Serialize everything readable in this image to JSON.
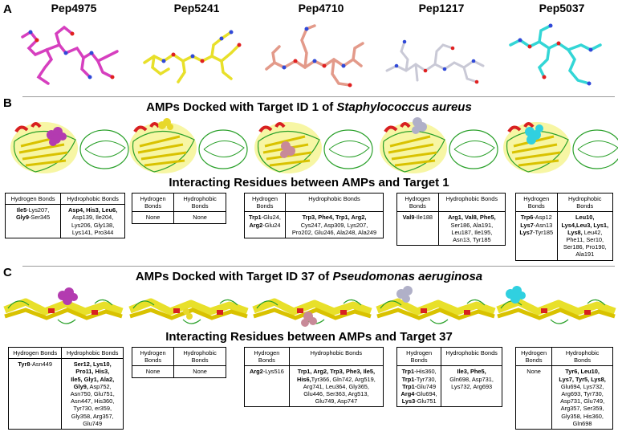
{
  "panels": {
    "a": "A",
    "b": "B",
    "c": "C"
  },
  "peptides": [
    "Pep4975",
    "Pep5241",
    "Pep4710",
    "Pep1217",
    "Pep5037"
  ],
  "peptide_colors": [
    "#d63fbf",
    "#e8e02a",
    "#e39a8a",
    "#c9c9d6",
    "#33d6d6"
  ],
  "section_b": {
    "title_prefix": "AMPs Docked with Target ID 1 of ",
    "title_species": "Staphylococcus aureus",
    "subtitle": "Interacting Residues between AMPs and Target 1"
  },
  "section_c": {
    "title_prefix": "AMPs Docked with Target ID 37 of ",
    "title_species": "Pseudomonas aeruginosa",
    "subtitle": "Interacting Residues between AMPs and Target 37"
  },
  "headers": {
    "hbond_a": "Hydrogen Bonds",
    "hbond_b": "Hydrogen\nBonds",
    "hydrophobic": "Hydrophobic Bonds"
  },
  "table_b": [
    {
      "h": [
        {
          "b": "Ile5",
          "t": "-Lys207,"
        },
        {
          "b": "\nGly9",
          "t": "-Ser345"
        }
      ],
      "p": [
        {
          "b": "Asp4, His3, Leu6,",
          "t": "\nAsp139, Ile204,\nLys206, Gly138,\nLys141, Pro344"
        }
      ]
    },
    {
      "h": [
        {
          "b": "",
          "t": "None"
        }
      ],
      "p": [
        {
          "b": "",
          "t": "None"
        }
      ]
    },
    {
      "h": [
        {
          "b": "Trp1",
          "t": "-Glu24,"
        },
        {
          "b": "\nArg2",
          "t": "-Glu24"
        }
      ],
      "p": [
        {
          "b": "Trp3, Phe4, Trp1, Arg2,",
          "t": "\nCys247, Asp309, Lys207,\nPro202, Glu246, Ala248, Ala249"
        }
      ]
    },
    {
      "h": [
        {
          "b": "Val9",
          "t": "-Ile188"
        }
      ],
      "p": [
        {
          "b": "Arg1, Val8, Phe5,",
          "t": "\nSer186, Ala191,\nLeu187, Ile195,\nAsn13, Tyr185"
        }
      ]
    },
    {
      "h": [
        {
          "b": "Trp6",
          "t": "-Asp12"
        },
        {
          "b": "\nLys7",
          "t": "-Asn13"
        },
        {
          "b": "\nLys7",
          "t": "-Tyr185"
        }
      ],
      "p": [
        {
          "b": "Leu10,\nLys4,Leu3, Lys1,\nLys8,",
          "t": " Leu42,\nPhe11, Ser10,\nSer186, Pro190,\nAla191"
        }
      ]
    }
  ],
  "table_c": [
    {
      "h": [
        {
          "b": "Tyr8",
          "t": "-Asn449"
        }
      ],
      "p": [
        {
          "b": "Ser12, Lys10,\nPro11, His3,\nIle5, Gly1, Ala2,\nGly9,",
          "t": " Asp752,\nAsn750, Glu751,\nAsn447, His360,\nTyr730, er359,\nGly358, Arg357,\nGlu749"
        }
      ]
    },
    {
      "h": [
        {
          "b": "",
          "t": "None"
        }
      ],
      "p": [
        {
          "b": "",
          "t": "None"
        }
      ]
    },
    {
      "h": [
        {
          "b": "Arg2",
          "t": "-Lys516"
        }
      ],
      "p": [
        {
          "b": "Trp1, Arg2, Trp3, Phe3, Ile5,\nHis6,",
          "t": "Tyr366, Gln742, Arg519,\nArg741, Leu364, Gly365,\nGlu446, Ser363, Arg513,\nGlu749, Asp747"
        }
      ]
    },
    {
      "h": [
        {
          "b": "Trp1",
          "t": "-His360,"
        },
        {
          "b": "\nTrp1",
          "t": "-Tyr730,"
        },
        {
          "b": "\nTrp1",
          "t": "-Glu749"
        },
        {
          "b": "\nArg4",
          "t": "-Glu694,"
        },
        {
          "b": "\nLys3",
          "t": "-Glu751"
        }
      ],
      "p": [
        {
          "b": "Ile3, Phe5,",
          "t": "\nGln698, Asp731,\nLys732, Arg693"
        }
      ]
    },
    {
      "h": [
        {
          "b": "",
          "t": "None"
        }
      ],
      "p": [
        {
          "b": "Tyr6, Leu10,\nLys7, Tyr5, Lys8,",
          "t": "\nGlu694, Lys732,\nArg693, Tyr730,\nAsp731, Glu749,\nArg357, Ser359,\nGly358, His360,\nGln698"
        }
      ]
    }
  ]
}
